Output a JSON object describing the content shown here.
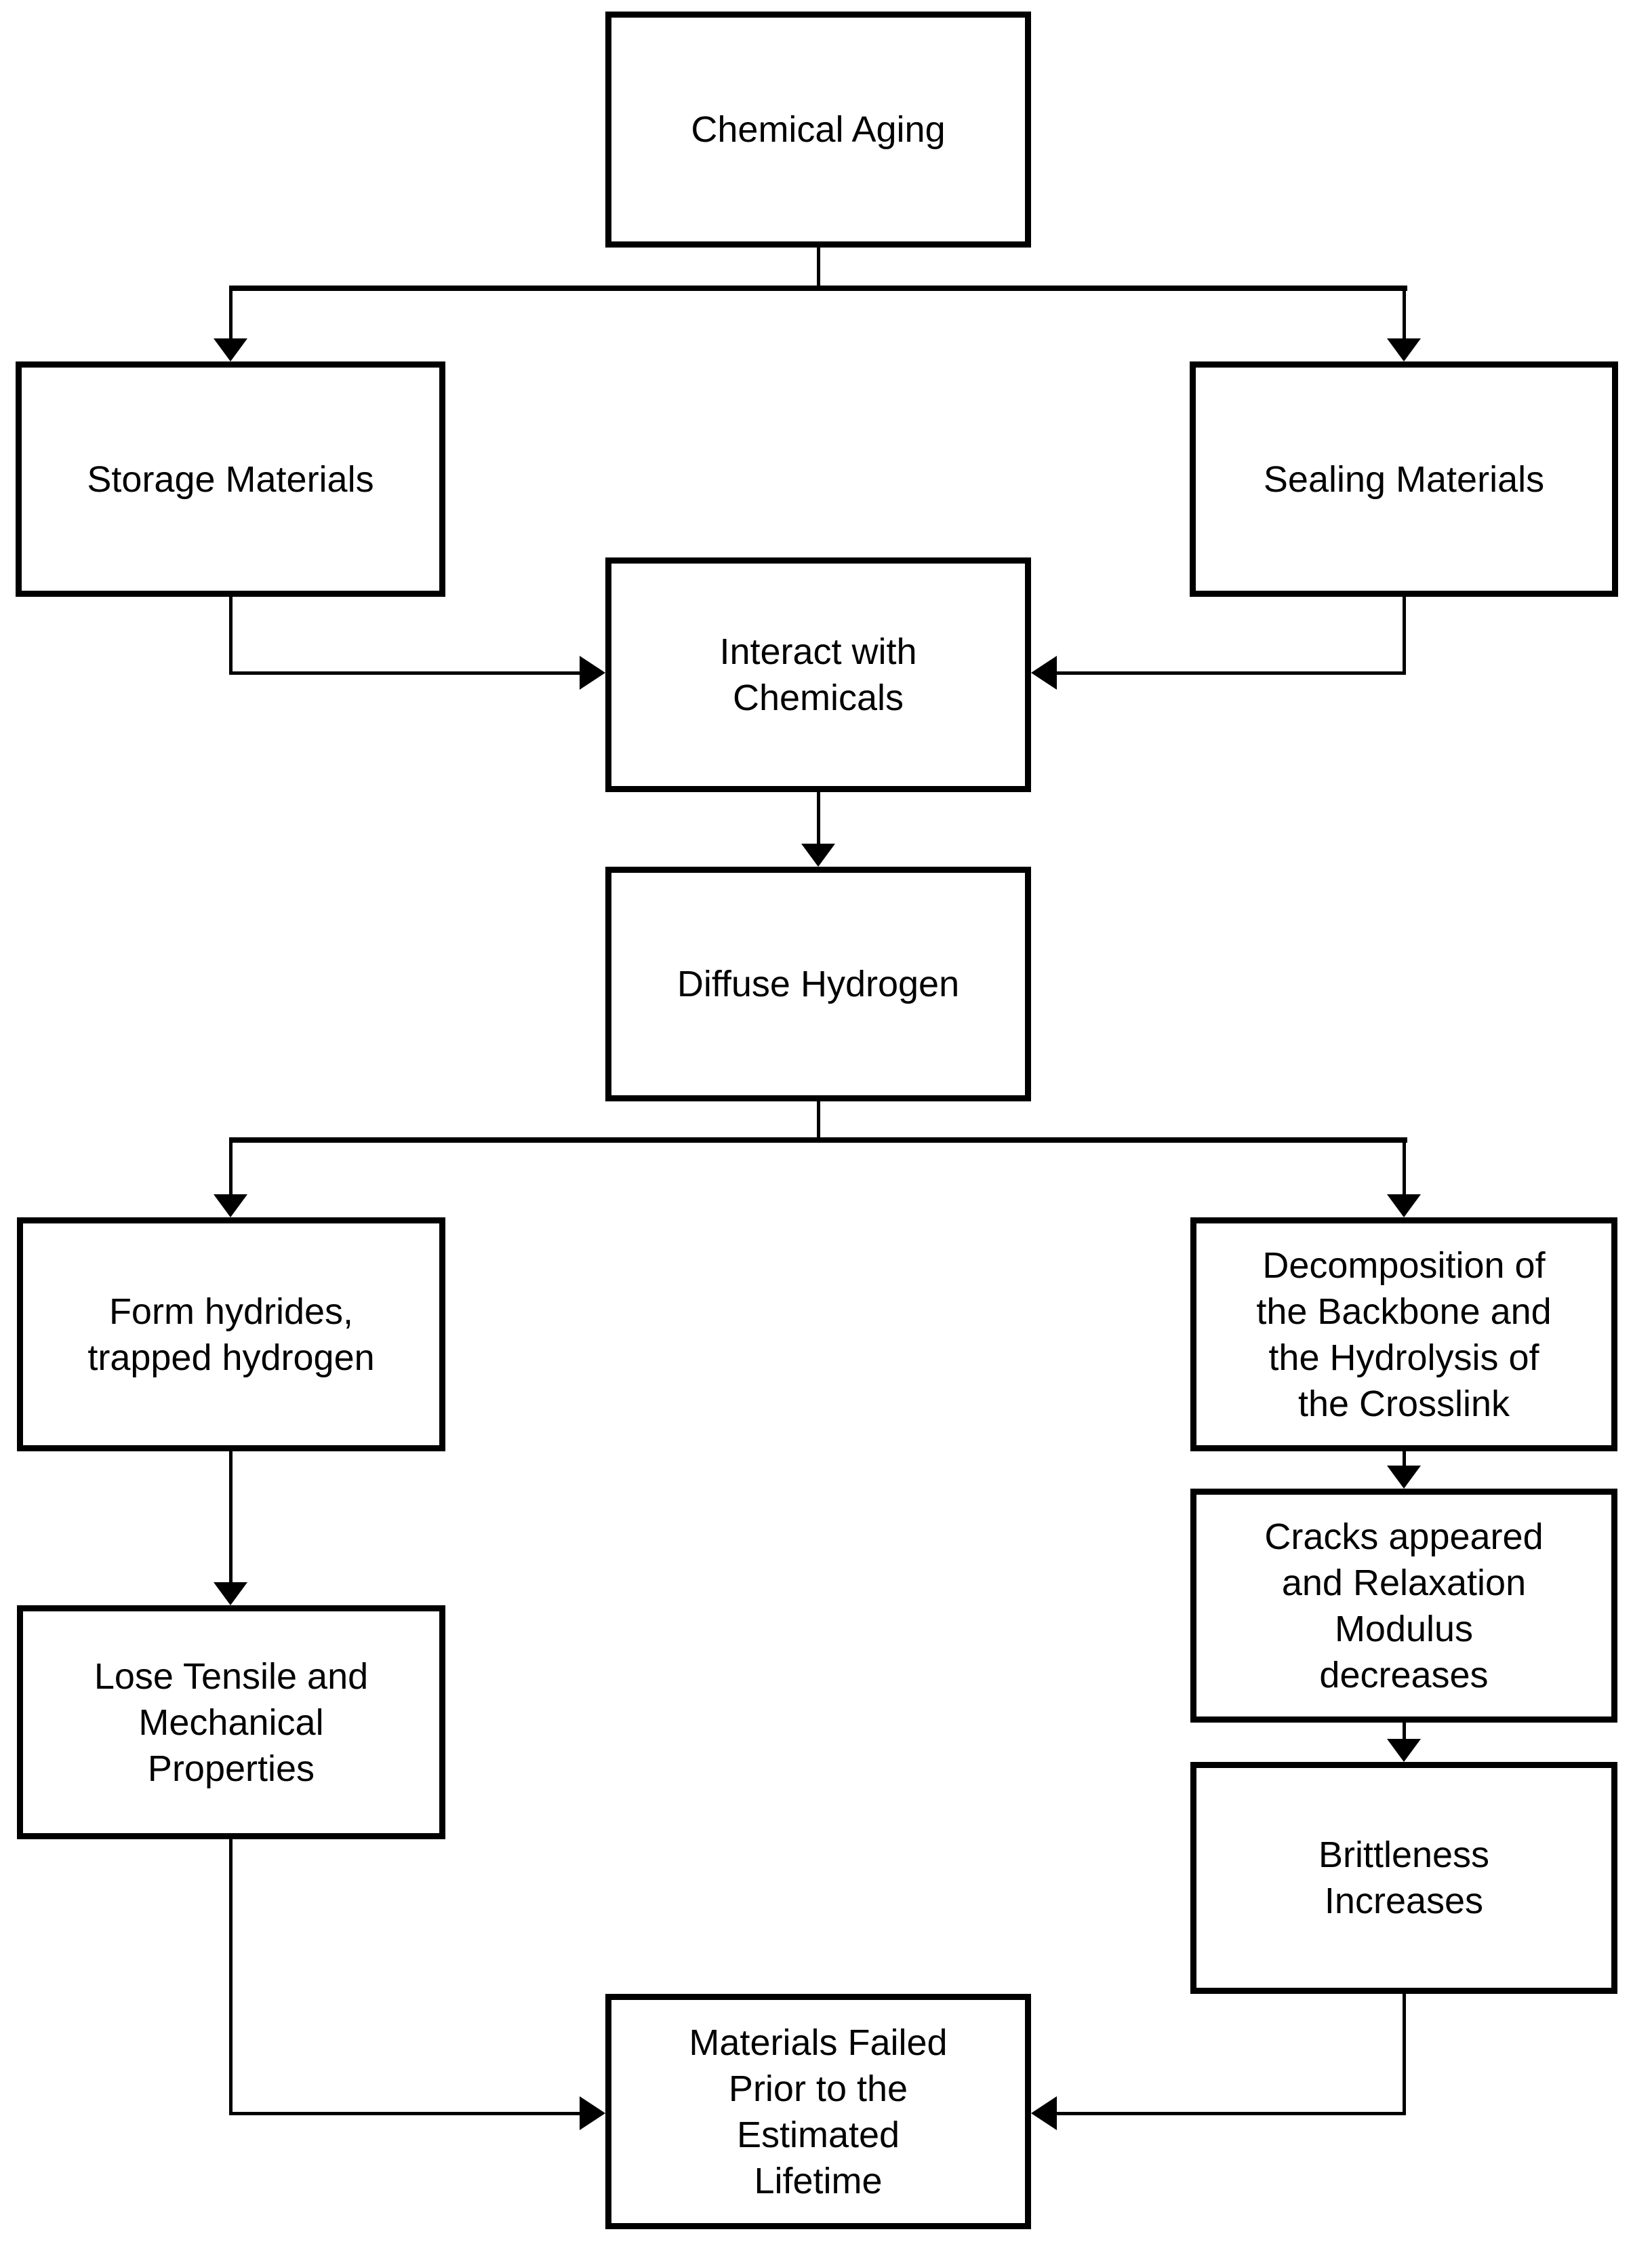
{
  "diagram": {
    "title": "Chemical Aging flowchart",
    "colors": {
      "background": "#ffffff",
      "line": "#000000",
      "box_fill": "#ffffff",
      "text": "#000000"
    },
    "nodes": {
      "chemical_aging": {
        "label": "Chemical Aging"
      },
      "storage_materials": {
        "label": "Storage Materials"
      },
      "sealing_materials": {
        "label": "Sealing Materials"
      },
      "interact_with_chemicals": {
        "label": "Interact with\nChemicals"
      },
      "diffuse_hydrogen": {
        "label": "Diffuse Hydrogen"
      },
      "form_hydrides": {
        "label": "Form hydrides,\ntrapped hydrogen"
      },
      "decomposition": {
        "label": "Decomposition of\nthe Backbone and\nthe Hydrolysis of\nthe Crosslink"
      },
      "cracks": {
        "label": "Cracks appeared\nand Relaxation\nModulus\ndecreases"
      },
      "lose_tensile": {
        "label": "Lose Tensile and\nMechanical\nProperties"
      },
      "brittleness": {
        "label": "Brittleness\nIncreases"
      },
      "materials_failed": {
        "label": "Materials Failed\nPrior to the\nEstimated\nLifetime"
      }
    },
    "edges": [
      {
        "from": "chemical_aging",
        "to": "storage_materials"
      },
      {
        "from": "chemical_aging",
        "to": "sealing_materials"
      },
      {
        "from": "storage_materials",
        "to": "interact_with_chemicals"
      },
      {
        "from": "sealing_materials",
        "to": "interact_with_chemicals"
      },
      {
        "from": "interact_with_chemicals",
        "to": "diffuse_hydrogen"
      },
      {
        "from": "diffuse_hydrogen",
        "to": "form_hydrides"
      },
      {
        "from": "diffuse_hydrogen",
        "to": "decomposition"
      },
      {
        "from": "form_hydrides",
        "to": "lose_tensile"
      },
      {
        "from": "decomposition",
        "to": "cracks"
      },
      {
        "from": "cracks",
        "to": "brittleness"
      },
      {
        "from": "lose_tensile",
        "to": "materials_failed"
      },
      {
        "from": "brittleness",
        "to": "materials_failed"
      }
    ]
  }
}
